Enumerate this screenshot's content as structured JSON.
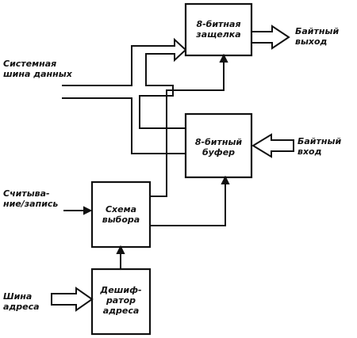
{
  "blocks": {
    "latch": "8-битная\nзащелка",
    "buffer": "8-битный\nбуфер",
    "select": "Схема\nвыбора",
    "decoder": "Дешиф-\nратор\nадреса"
  },
  "labels": {
    "system_bus": "Системная\nшина данных",
    "byte_out": "Байтный\nвыход",
    "byte_in": "Байтный\nвход",
    "read_write": "Считыва-\nние/запись",
    "address_bus": "Шина\nадреса"
  }
}
